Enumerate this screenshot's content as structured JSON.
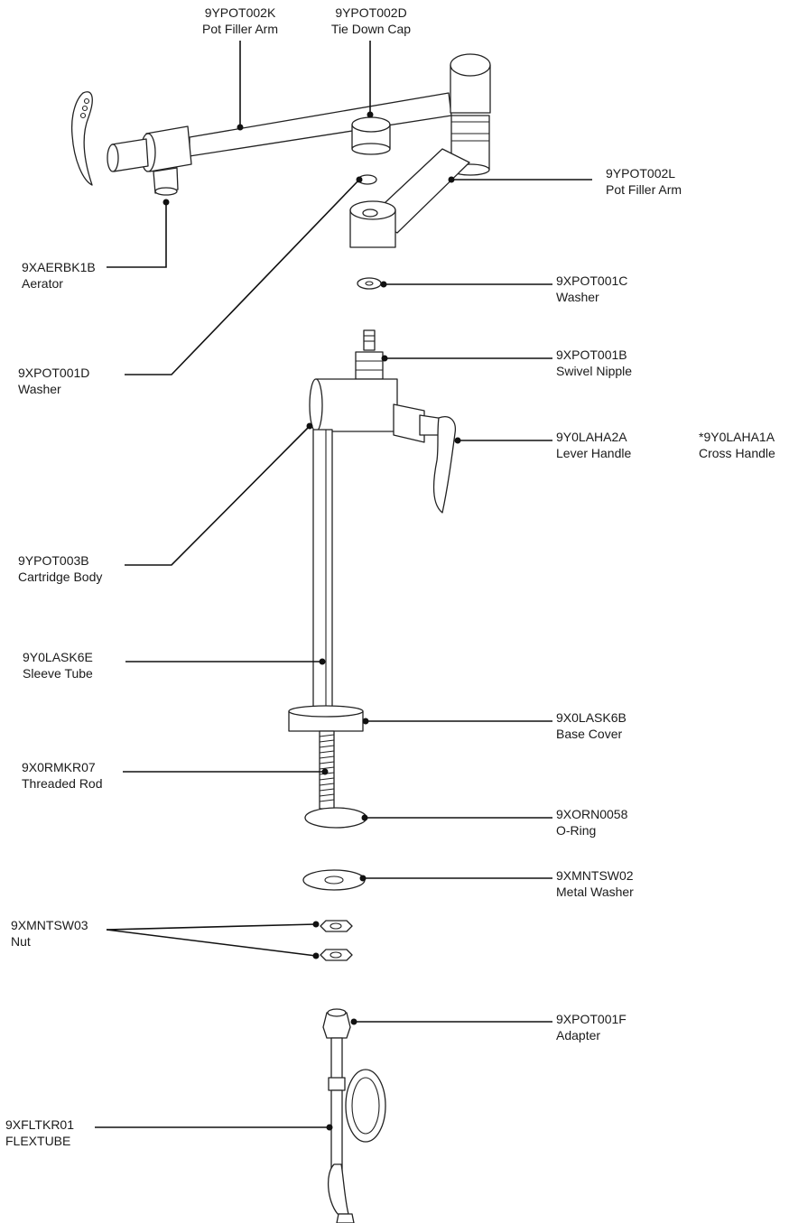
{
  "callouts": {
    "arm_k": {
      "code": "9YPOT002K",
      "name": "Pot Filler Arm"
    },
    "tie_cap": {
      "code": "9YPOT002D",
      "name": "Tie Down Cap"
    },
    "arm_l": {
      "code": "9YPOT002L",
      "name": "Pot Filler Arm"
    },
    "aerator": {
      "code": "9XAERBK1B",
      "name": "Aerator"
    },
    "washer_c": {
      "code": "9XPOT001C",
      "name": "Washer"
    },
    "washer_d": {
      "code": "9XPOT001D",
      "name": "Washer"
    },
    "swivel": {
      "code": "9XPOT001B",
      "name": "Swivel Nipple"
    },
    "lever": {
      "code": "9Y0LAHA2A",
      "name": "Lever Handle"
    },
    "cross": {
      "code": "*9Y0LAHA1A",
      "name": "Cross Handle"
    },
    "cart_body": {
      "code": "9YPOT003B",
      "name": "Cartridge Body"
    },
    "sleeve": {
      "code": "9Y0LASK6E",
      "name": "Sleeve Tube"
    },
    "base_cover": {
      "code": "9X0LASK6B",
      "name": "Base Cover"
    },
    "rod": {
      "code": "9X0RMKR07",
      "name": "Threaded Rod"
    },
    "oring": {
      "code": "9XORN0058",
      "name": "O-Ring"
    },
    "metal_washer": {
      "code": "9XMNTSW02",
      "name": "Metal Washer"
    },
    "nut": {
      "code": "9XMNTSW03",
      "name": "Nut"
    },
    "adapter": {
      "code": "9XPOT001F",
      "name": "Adapter"
    },
    "flextube": {
      "code": "9XFLTKR01",
      "name": "FLEXTUBE"
    }
  }
}
